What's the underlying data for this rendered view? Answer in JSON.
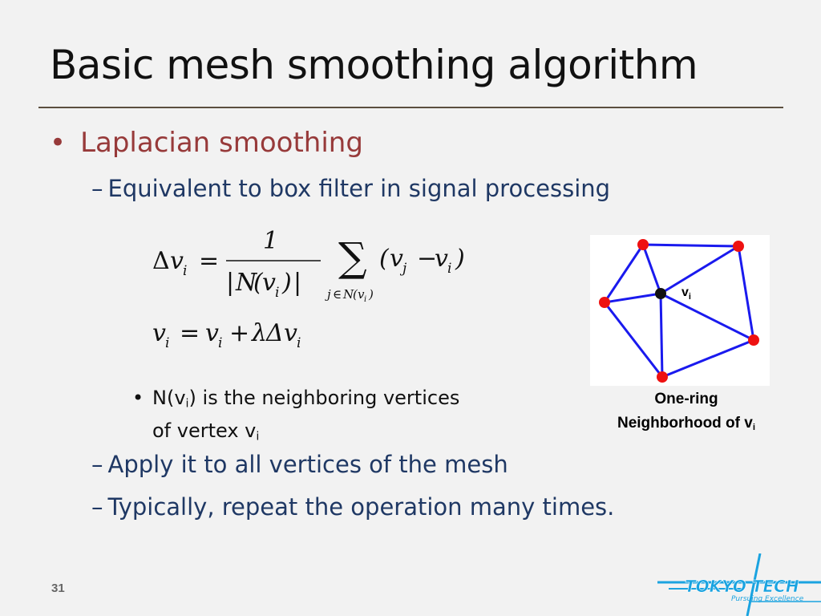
{
  "slide": {
    "title": "Basic mesh smoothing algorithm",
    "bullet": "Laplacian smoothing",
    "sub1": "Equivalent to box filter in signal processing",
    "note_prefix": "N(v",
    "note_sub": "i",
    "note_mid": ") is the neighboring vertices",
    "note_line2": "of vertex v",
    "note_line2_sub": "i",
    "sub2": "Apply it to all vertices of the mesh",
    "sub3": "Typically, repeat the operation many times.",
    "page_number": "31"
  },
  "figure": {
    "vertex_label": "v",
    "vertex_label_sub": "i",
    "caption_line1": "One-ring",
    "caption_line2": "Neighborhood of v",
    "caption_sub": "i",
    "edge_color": "#1a1aee",
    "node_color": "#ee1111",
    "center_color": "#111111"
  },
  "logo": {
    "name": "TOKYO TECH",
    "tagline": "Pursuing Excellence",
    "color": "#1aa3e0"
  },
  "colors": {
    "title": "#111111",
    "bullet": "#973a3a",
    "sub": "#1f3864"
  }
}
